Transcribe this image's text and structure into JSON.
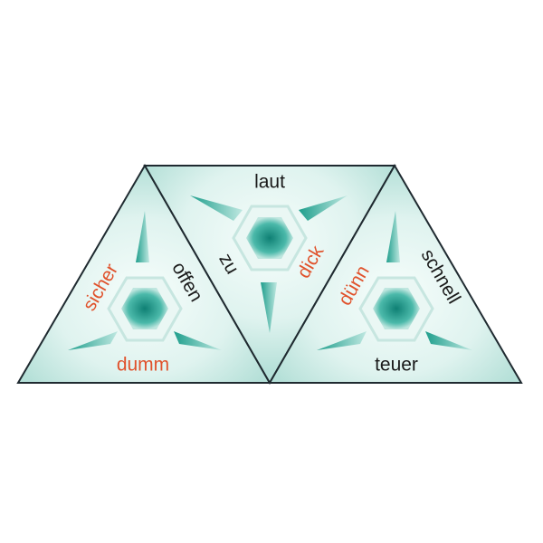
{
  "colors": {
    "background": "#ffffff",
    "tile_light": "#f4fcfa",
    "tile_mid": "#cdebe5",
    "tile_edge": "#a9d9d0",
    "outline": "#1f2a30",
    "accent_teal": "#2eaa98",
    "hex_core": "#10877a",
    "word_black": "#1a1a1a",
    "word_orange": "#e0522c"
  },
  "tiles": [
    {
      "name": "left-triangle",
      "words": [
        {
          "text": "sicher",
          "color": "orange"
        },
        {
          "text": "offen",
          "color": "black"
        },
        {
          "text": "dumm",
          "color": "orange"
        }
      ]
    },
    {
      "name": "middle-triangle",
      "words": [
        {
          "text": "laut",
          "color": "black"
        },
        {
          "text": "zu",
          "color": "black"
        },
        {
          "text": "dick",
          "color": "orange"
        }
      ]
    },
    {
      "name": "right-triangle",
      "words": [
        {
          "text": "dünn",
          "color": "orange"
        },
        {
          "text": "schnell",
          "color": "black"
        },
        {
          "text": "teuer",
          "color": "black"
        }
      ]
    }
  ]
}
